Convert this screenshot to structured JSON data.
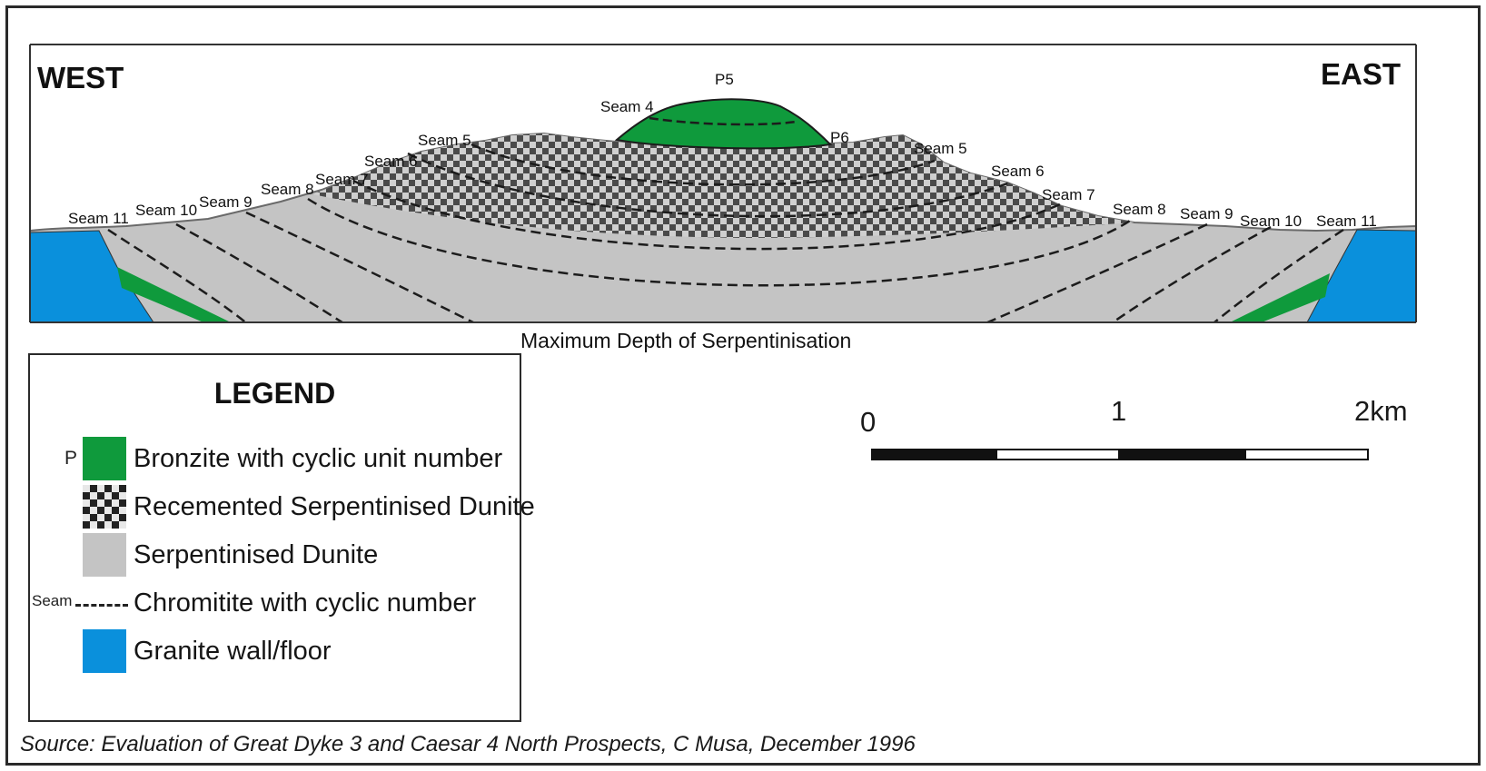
{
  "section": {
    "west_label": "WEST",
    "east_label": "EAST",
    "unit_labels": {
      "p5": "P5",
      "p6": "P6"
    },
    "seam_labels": {
      "west": [
        "Seam 11",
        "Seam 10",
        "Seam 9",
        "Seam 8",
        "Seam 7",
        "Seam 6",
        "Seam 5",
        "Seam 4"
      ],
      "east": [
        "Seam 5",
        "Seam 6",
        "Seam 7",
        "Seam 8",
        "Seam 9",
        "Seam 10",
        "Seam 11"
      ]
    },
    "depth_caption": "Maximum Depth of Serpentinisation",
    "colors": {
      "bronzite": "#0f9a3c",
      "serpentinised_dunite": "#c4c4c4",
      "recemented_dark": "#444444",
      "granite": "#0a90dc"
    }
  },
  "legend": {
    "title": "LEGEND",
    "items": [
      {
        "prefix": "P",
        "label": "Bronzite with cyclic unit number"
      },
      {
        "prefix": "",
        "label": "Recemented Serpentinised Dunite"
      },
      {
        "prefix": "",
        "label": "Serpentinised Dunite"
      },
      {
        "prefix": "Seam",
        "label": "Chromitite with cyclic number"
      },
      {
        "prefix": "",
        "label": "Granite wall/floor"
      }
    ]
  },
  "scale_bar": {
    "ticks": [
      "0",
      "1",
      "2km"
    ]
  },
  "source": "Source: Evaluation of Great Dyke 3 and Caesar 4 North Prospects, C Musa, December 1996"
}
